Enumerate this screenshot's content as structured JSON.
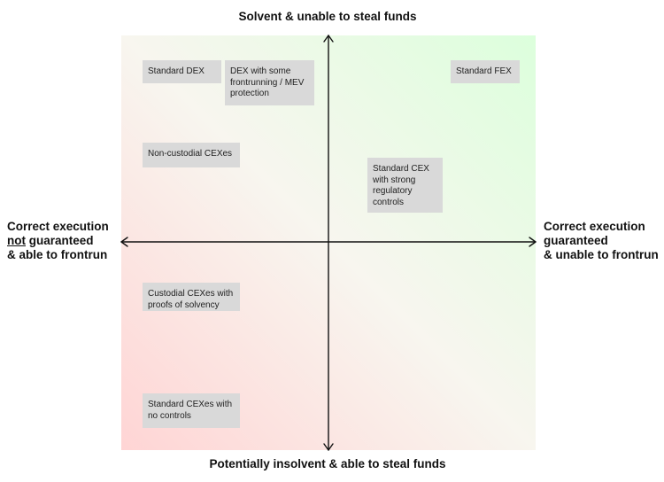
{
  "axes": {
    "top": "Solvent & unable to steal funds",
    "bottom": "Potentially insolvent & able to steal funds",
    "left": {
      "line1": "Correct execution",
      "line2_underlined": "not",
      "line2_rest": " guaranteed",
      "line3": "& able to frontrun"
    },
    "right": {
      "line1": "Correct execution",
      "line2": "guaranteed",
      "line3": "& unable to frontrun"
    }
  },
  "colors": {
    "bottom_left": "#ffcdcd",
    "top_right": "#d6ffd6",
    "box": "#d9d9d9",
    "axis": "#111111"
  },
  "boxes": {
    "standard_dex": "Standard DEX",
    "dex_mev": "DEX with some frontrunning / MEV protection",
    "standard_fex": "Standard FEX",
    "non_custodial": "Non-custodial CEXes",
    "standard_cex_regulatory": "Standard CEX with strong regulatory controls",
    "custodial_proofs": "Custodial CEXes with proofs of solvency",
    "standard_cex_no_controls": "Standard CEXes with no controls"
  }
}
